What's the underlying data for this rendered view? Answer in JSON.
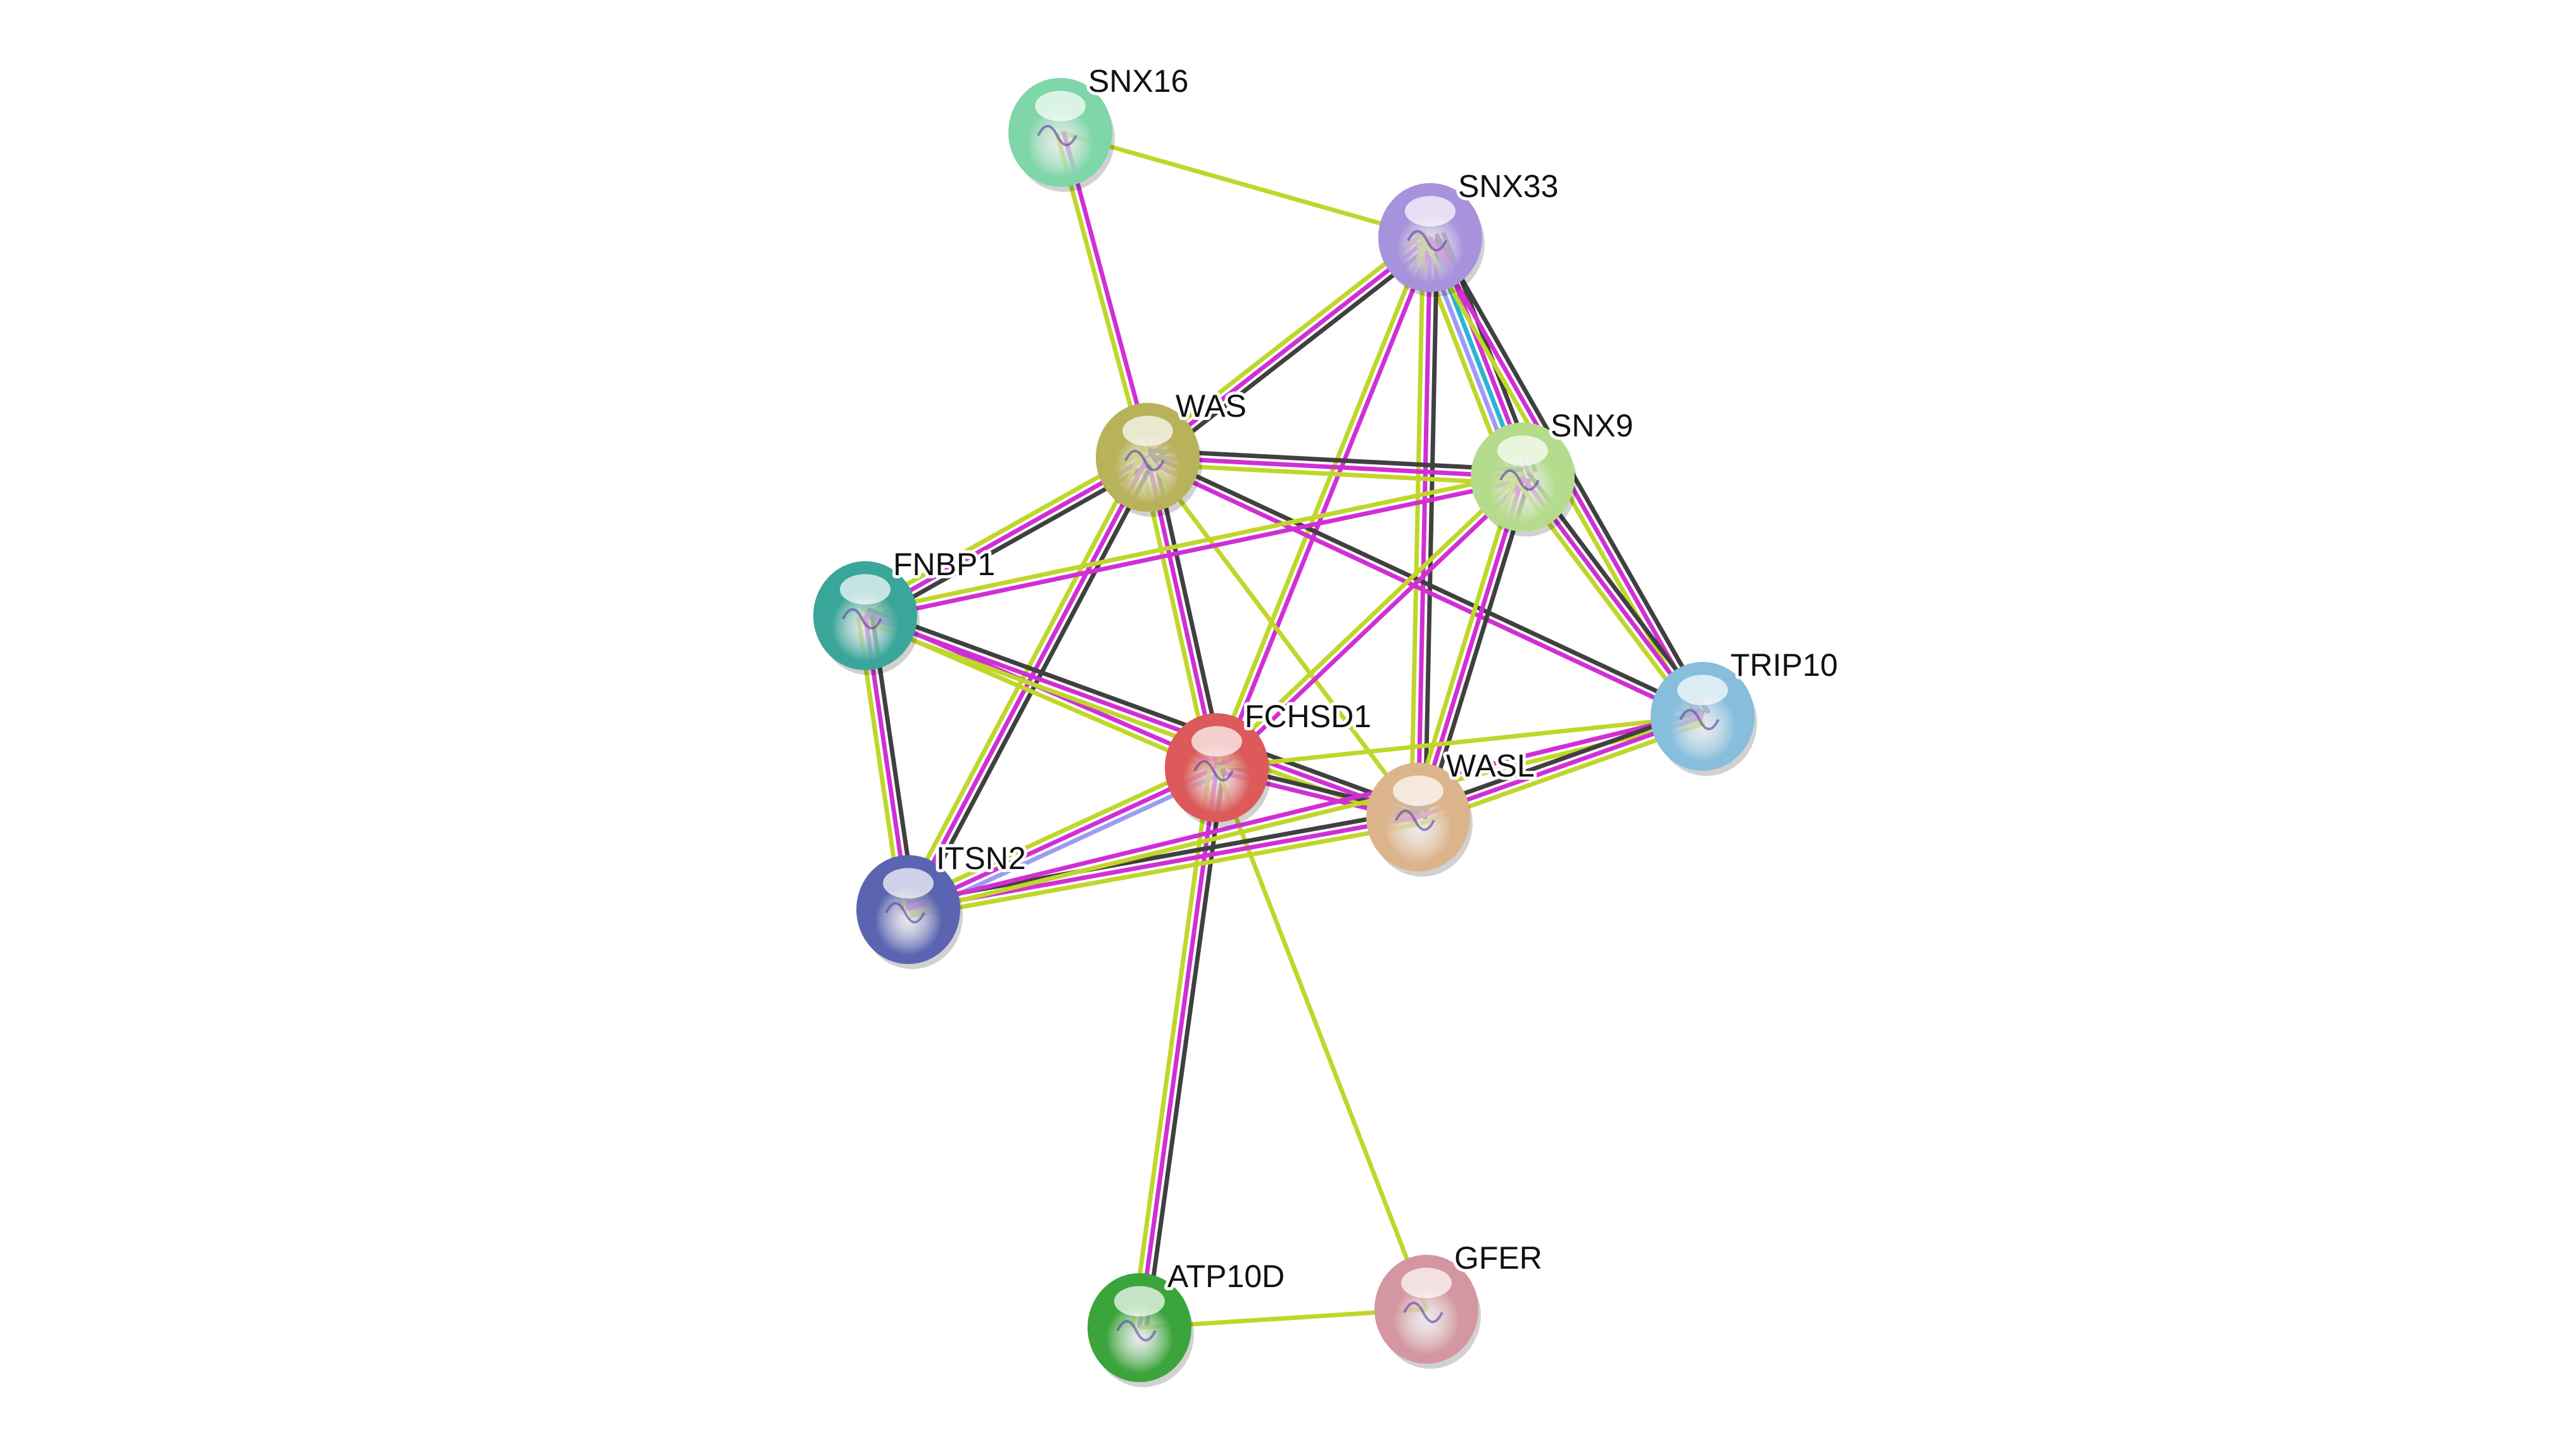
{
  "evidence_colors": {
    "textmining": "#c0d62a",
    "coexpression": "#404040",
    "experiments": "#d12fd4",
    "databases": "#27b4d6",
    "homology": "#9c9cf5"
  },
  "nodes": [
    {
      "id": "SNX16",
      "label": "SNX16",
      "color": "#7fd6a8"
    },
    {
      "id": "SNX33",
      "label": "SNX33",
      "color": "#a792dc"
    },
    {
      "id": "WAS",
      "label": "WAS",
      "color": "#b8b25a"
    },
    {
      "id": "SNX9",
      "label": "SNX9",
      "color": "#b4dc8c"
    },
    {
      "id": "FNBP1",
      "label": "FNBP1",
      "color": "#3aa69a"
    },
    {
      "id": "TRIP10",
      "label": "TRIP10",
      "color": "#86bedc"
    },
    {
      "id": "FCHSD1",
      "label": "FCHSD1",
      "color": "#dc5a5a"
    },
    {
      "id": "WASL",
      "label": "WASL",
      "color": "#dcb48c"
    },
    {
      "id": "ITSN2",
      "label": "ITSN2",
      "color": "#5a64b0"
    },
    {
      "id": "ATP10D",
      "label": "ATP10D",
      "color": "#3ca43c"
    },
    {
      "id": "GFER",
      "label": "GFER",
      "color": "#d496a0"
    }
  ],
  "edges": [
    {
      "a": "SNX16",
      "b": "SNX33",
      "types": [
        "textmining"
      ]
    },
    {
      "a": "SNX16",
      "b": "WAS",
      "types": [
        "experiments",
        "textmining"
      ]
    },
    {
      "a": "SNX33",
      "b": "WAS",
      "types": [
        "coexpression",
        "experiments",
        "textmining"
      ]
    },
    {
      "a": "SNX33",
      "b": "SNX9",
      "types": [
        "coexpression",
        "experiments",
        "databases",
        "homology",
        "textmining"
      ]
    },
    {
      "a": "SNX33",
      "b": "FCHSD1",
      "types": [
        "experiments",
        "textmining"
      ]
    },
    {
      "a": "SNX33",
      "b": "WASL",
      "types": [
        "coexpression",
        "experiments",
        "textmining"
      ]
    },
    {
      "a": "SNX33",
      "b": "TRIP10",
      "types": [
        "coexpression",
        "experiments",
        "textmining"
      ]
    },
    {
      "a": "WAS",
      "b": "SNX9",
      "types": [
        "coexpression",
        "experiments",
        "textmining"
      ]
    },
    {
      "a": "WAS",
      "b": "FNBP1",
      "types": [
        "coexpression",
        "experiments",
        "textmining"
      ]
    },
    {
      "a": "WAS",
      "b": "FCHSD1",
      "types": [
        "coexpression",
        "experiments",
        "textmining"
      ]
    },
    {
      "a": "WAS",
      "b": "ITSN2",
      "types": [
        "coexpression",
        "experiments",
        "textmining"
      ]
    },
    {
      "a": "WAS",
      "b": "TRIP10",
      "types": [
        "coexpression",
        "experiments"
      ]
    },
    {
      "a": "WAS",
      "b": "WASL",
      "types": [
        "textmining"
      ]
    },
    {
      "a": "SNX9",
      "b": "FNBP1",
      "types": [
        "experiments",
        "textmining"
      ]
    },
    {
      "a": "SNX9",
      "b": "FCHSD1",
      "types": [
        "experiments",
        "textmining"
      ]
    },
    {
      "a": "SNX9",
      "b": "WASL",
      "types": [
        "coexpression",
        "experiments",
        "textmining"
      ]
    },
    {
      "a": "SNX9",
      "b": "TRIP10",
      "types": [
        "coexpression",
        "experiments",
        "textmining"
      ]
    },
    {
      "a": "FNBP1",
      "b": "FCHSD1",
      "types": [
        "experiments",
        "textmining"
      ]
    },
    {
      "a": "FNBP1",
      "b": "WASL",
      "types": [
        "coexpression",
        "experiments",
        "textmining"
      ]
    },
    {
      "a": "FNBP1",
      "b": "ITSN2",
      "types": [
        "coexpression",
        "experiments",
        "textmining"
      ]
    },
    {
      "a": "FCHSD1",
      "b": "WASL",
      "types": [
        "coexpression",
        "experiments"
      ]
    },
    {
      "a": "FCHSD1",
      "b": "ITSN2",
      "types": [
        "homology",
        "experiments",
        "textmining"
      ]
    },
    {
      "a": "FCHSD1",
      "b": "TRIP10",
      "types": [
        "textmining"
      ]
    },
    {
      "a": "FCHSD1",
      "b": "ATP10D",
      "types": [
        "coexpression",
        "experiments",
        "textmining"
      ]
    },
    {
      "a": "FCHSD1",
      "b": "GFER",
      "types": [
        "textmining"
      ]
    },
    {
      "a": "ITSN2",
      "b": "WASL",
      "types": [
        "coexpression",
        "experiments",
        "textmining"
      ]
    },
    {
      "a": "ITSN2",
      "b": "TRIP10",
      "types": [
        "experiments",
        "textmining"
      ]
    },
    {
      "a": "WASL",
      "b": "TRIP10",
      "types": [
        "coexpression",
        "experiments",
        "textmining"
      ]
    },
    {
      "a": "ATP10D",
      "b": "GFER",
      "types": [
        "textmining"
      ]
    }
  ]
}
